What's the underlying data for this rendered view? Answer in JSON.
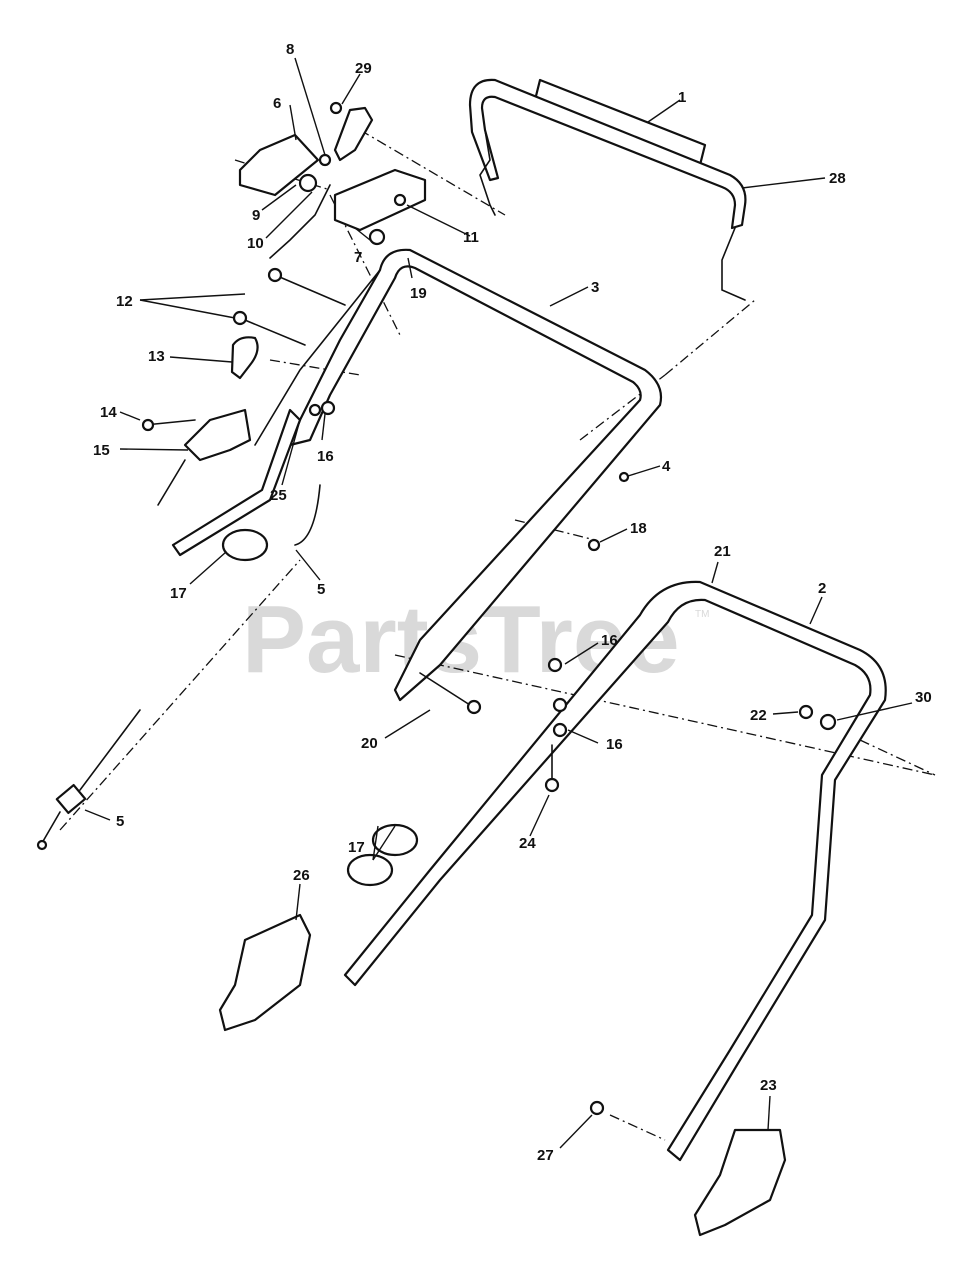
{
  "watermark": "PartsTree",
  "trademark": "TM",
  "callouts": {
    "c1": "1",
    "c2": "2",
    "c3": "3",
    "c4": "4",
    "c5a": "5",
    "c5b": "5",
    "c6": "6",
    "c7": "7",
    "c8": "8",
    "c9": "9",
    "c10": "10",
    "c11": "11",
    "c12": "12",
    "c13": "13",
    "c14": "14",
    "c15": "15",
    "c16a": "16",
    "c16b": "16",
    "c16c": "16",
    "c17a": "17",
    "c17b": "17",
    "c18": "18",
    "c19": "19",
    "c20": "20",
    "c21": "21",
    "c22": "22",
    "c23": "23",
    "c24": "24",
    "c25": "25",
    "c26": "26",
    "c27": "27",
    "c28": "28",
    "c29": "29",
    "c30": "30"
  },
  "colors": {
    "ink": "#111111",
    "watermark": "#d9d9d9",
    "background": "#ffffff"
  }
}
